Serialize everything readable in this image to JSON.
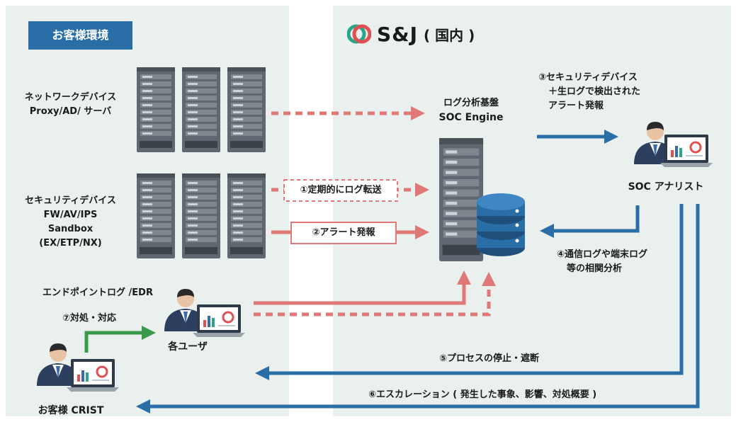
{
  "customer_env": {
    "title": "お客様環境"
  },
  "provider": {
    "brand": "S&J",
    "sub": "( 国内 )"
  },
  "sources": {
    "network_devices": [
      "ネットワークデバイス",
      "Proxy/AD/ サーバ"
    ],
    "security_devices": [
      "セキュリティデバイス",
      "FW/AV/IPS",
      "Sandbox",
      "(EX/ETP/NX)"
    ],
    "endpoint": "エンドポイントログ /EDR"
  },
  "platform": [
    "ログ分析基盤",
    "SOC Engine"
  ],
  "analyst": "SOC アナリスト",
  "users": "各ユーザ",
  "crist": "お客様 CRIST",
  "steps": {
    "s1": "①定期的にログ転送",
    "s2": "②アラート発報",
    "s3": [
      "③セキュリティデバイス",
      "＋生ログで検出された",
      "アラート発報"
    ],
    "s4": [
      "④通信ログや端末ログ",
      "等の相関分析"
    ],
    "s5": "⑤プロセスの停止・遮断",
    "s6": "⑥エスカレーション ( 発生した事象、影響、対処概要 )",
    "s7": "⑦対処・対応"
  },
  "colors": {
    "panel": "#e9f0ee",
    "tag": "#2a6ea8",
    "red": "#e07878",
    "blue": "#2a6ea8",
    "green": "#3a9a4a",
    "server": "#5f6870"
  }
}
